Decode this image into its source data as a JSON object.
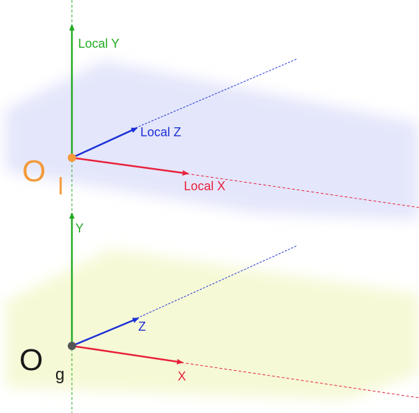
{
  "colors": {
    "y_axis": "#22aa22",
    "z_axis": "#1a2fd6",
    "x_axis": "#e8203a",
    "local_origin": "#f39a3a",
    "global_origin": "#555555",
    "local_plane": "#e4e6fb",
    "global_plane": "#f6f9d6"
  },
  "local_frame": {
    "origin_main": "O",
    "origin_sub": "l",
    "y_label": "Local Y",
    "z_label": "Local Z",
    "x_label": "Local X"
  },
  "global_frame": {
    "origin_main": "O",
    "origin_sub": "g",
    "y_label": "Y",
    "z_label": "Z",
    "x_label": "X"
  }
}
